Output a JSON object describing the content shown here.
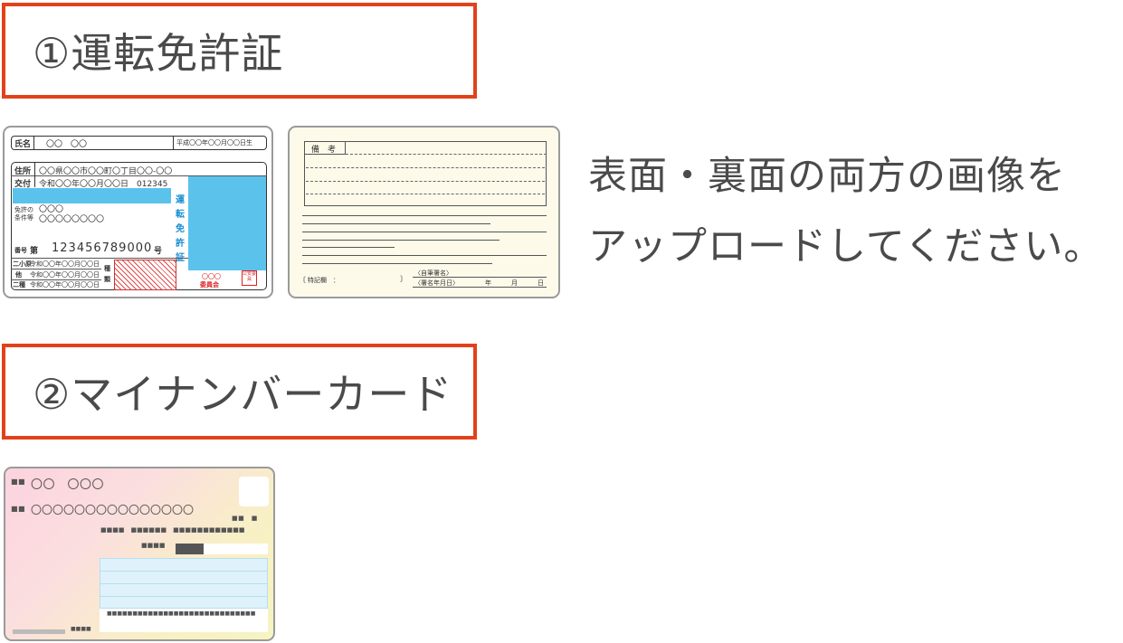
{
  "sections": {
    "license_label": "①運転免許証",
    "mynumber_label": "②マイナンバーカード"
  },
  "instruction": {
    "line1": "表面・裏面の両方の画像を",
    "line2": "アップロードしてください。"
  },
  "license_front": {
    "name_label": "氏名",
    "name_value": "〇〇　〇〇",
    "birth": "平成〇〇年〇〇月〇〇日生",
    "address_label": "住所",
    "address_value": "〇〇県〇〇市〇〇町〇丁目〇〇-〇〇",
    "issue_label": "交付",
    "issue_value": "令和〇〇年〇〇月〇〇日　012345",
    "conditions_label_1": "免許の",
    "conditions_label_2": "条件等",
    "conditions_line1": "〇〇〇",
    "conditions_line2": "〇〇〇〇〇〇〇〇",
    "number_label": "番号",
    "number_prefix": "第",
    "number_value": "123456789000",
    "number_suffix": "号",
    "row1_label": "二小原",
    "row1_value": "令和〇〇年〇〇月〇〇日",
    "row2_label": "他",
    "row2_value": "令和〇〇年〇〇月〇〇日",
    "row3_label": "二種",
    "row3_value": "令和〇〇年〇〇月〇〇日",
    "type_label_1": "種",
    "type_label_2": "類",
    "vertical_title": [
      "運",
      "転",
      "免",
      "許",
      "証"
    ],
    "commission_top": "〇〇〇",
    "commission": "委員会",
    "seal_text": "公安委員"
  },
  "license_back": {
    "notes_label": "備　考",
    "special_label": "特記欄　：",
    "signature_label": "〈自筆署名〉",
    "signature_date_label": "〈署名年月日〉",
    "year": "年",
    "month": "月",
    "day": "日"
  },
  "mynumber_card": {
    "name_marker": "■■",
    "name_value": "〇〇　〇〇〇",
    "address_marker": "■■",
    "address_value": "〇〇〇〇〇〇〇〇〇〇〇〇〇〇〇",
    "top_right_marks": "■■　■",
    "row_marks": "■■■■　■■■■■■　■■■■■■■■■■■■",
    "row2_marks": "■■■■",
    "bottom_marks": "■■■■■■■■■■■■■■■■■■■■■■■■■■■■■",
    "corner_marks": "■■■■"
  },
  "colors": {
    "accent": "#e2421a",
    "license_blue": "#5bc2ec",
    "license_title_blue": "#1a8fd1",
    "card_back": "#fdfaea"
  }
}
